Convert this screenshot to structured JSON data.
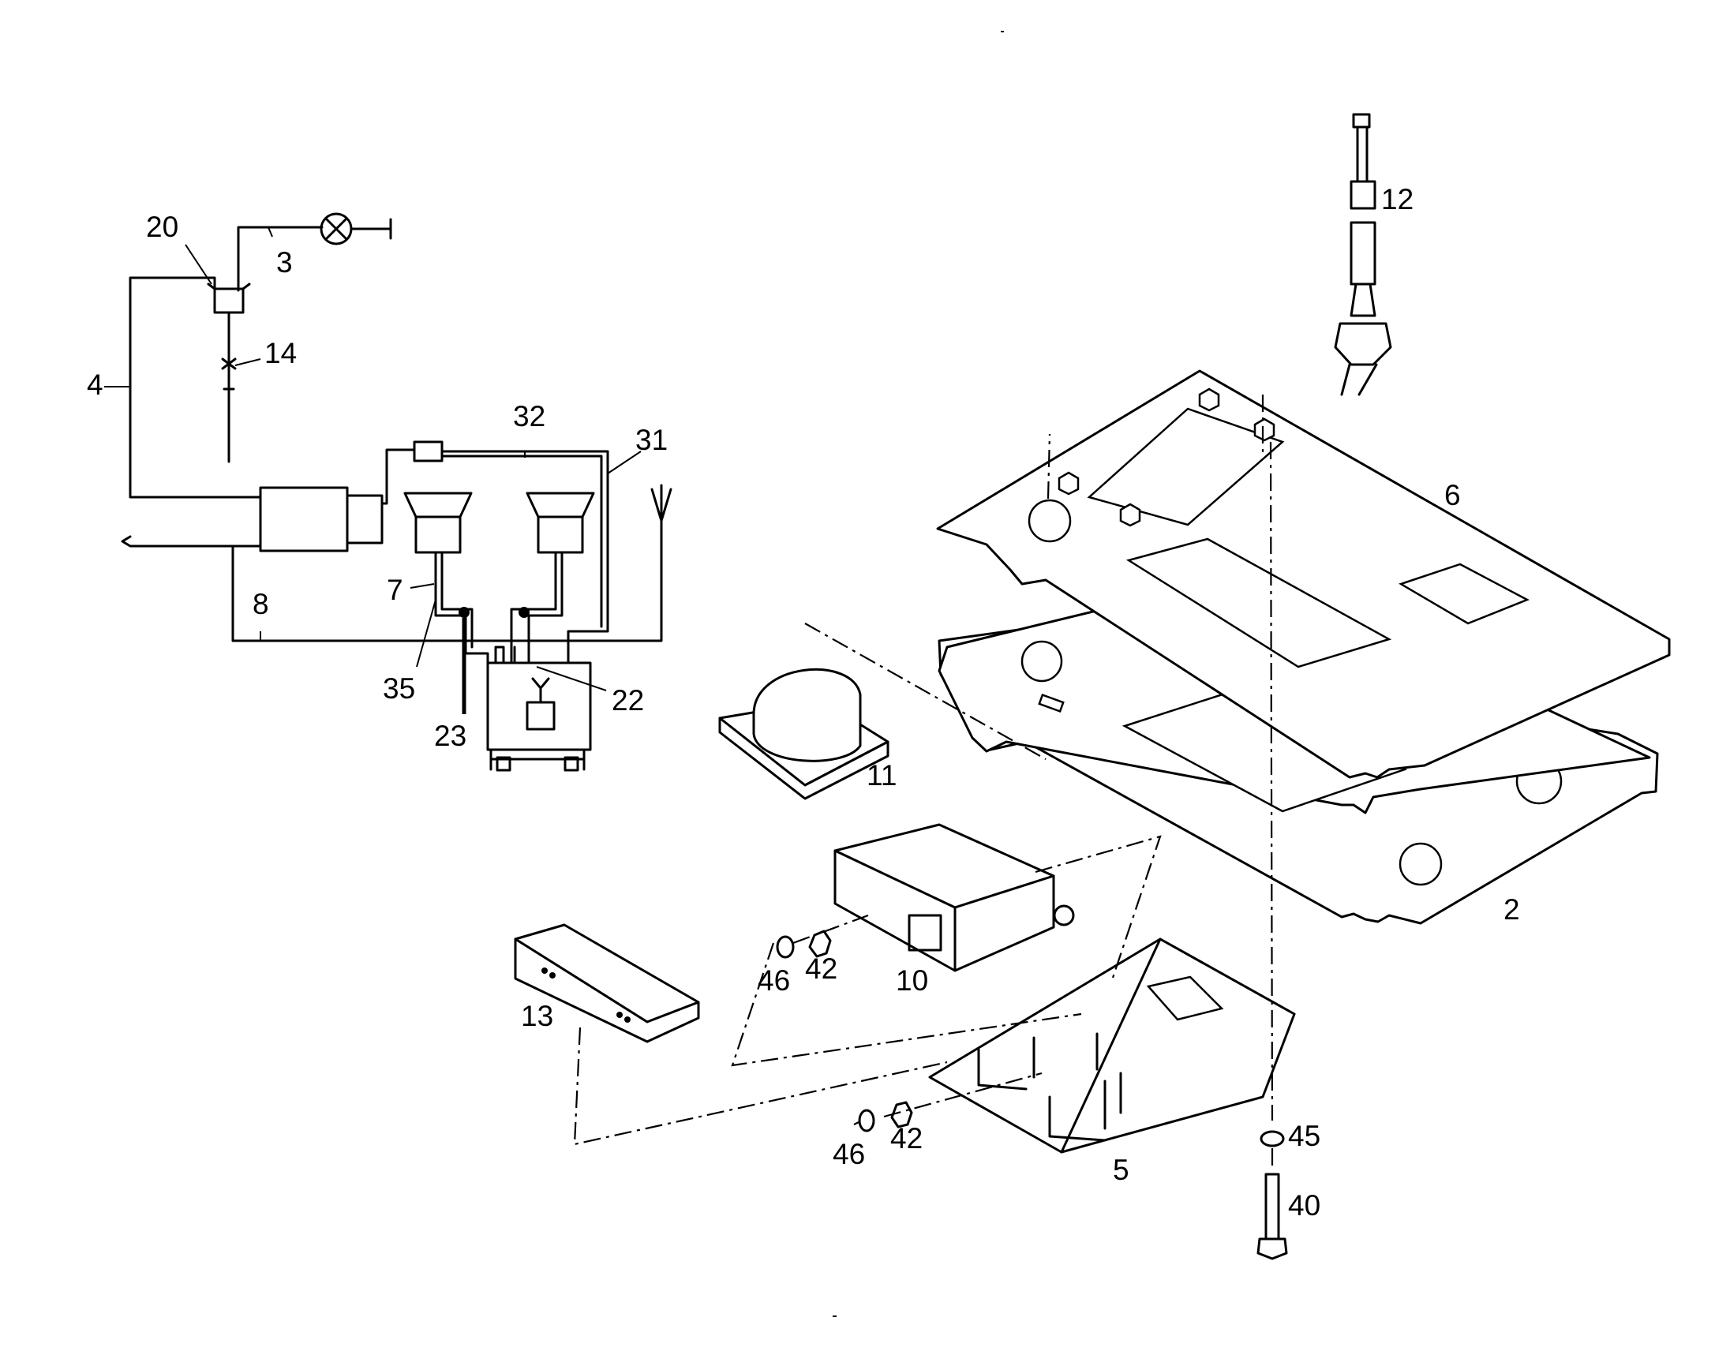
{
  "callouts": {
    "c2": "2",
    "c3": "3",
    "c4": "4",
    "c5": "5",
    "c6": "6",
    "c7": "7",
    "c8": "8",
    "c10": "10",
    "c11": "11",
    "c12": "12",
    "c13": "13",
    "c14": "14",
    "c20": "20",
    "c22": "22",
    "c23": "23",
    "c31": "31",
    "c32": "32",
    "c35": "35",
    "c40": "40",
    "c42a": "42",
    "c42b": "42",
    "c45": "45",
    "c46a": "46",
    "c46b": "46"
  },
  "colors": {
    "ink": "#000000",
    "paper": "#ffffff"
  }
}
